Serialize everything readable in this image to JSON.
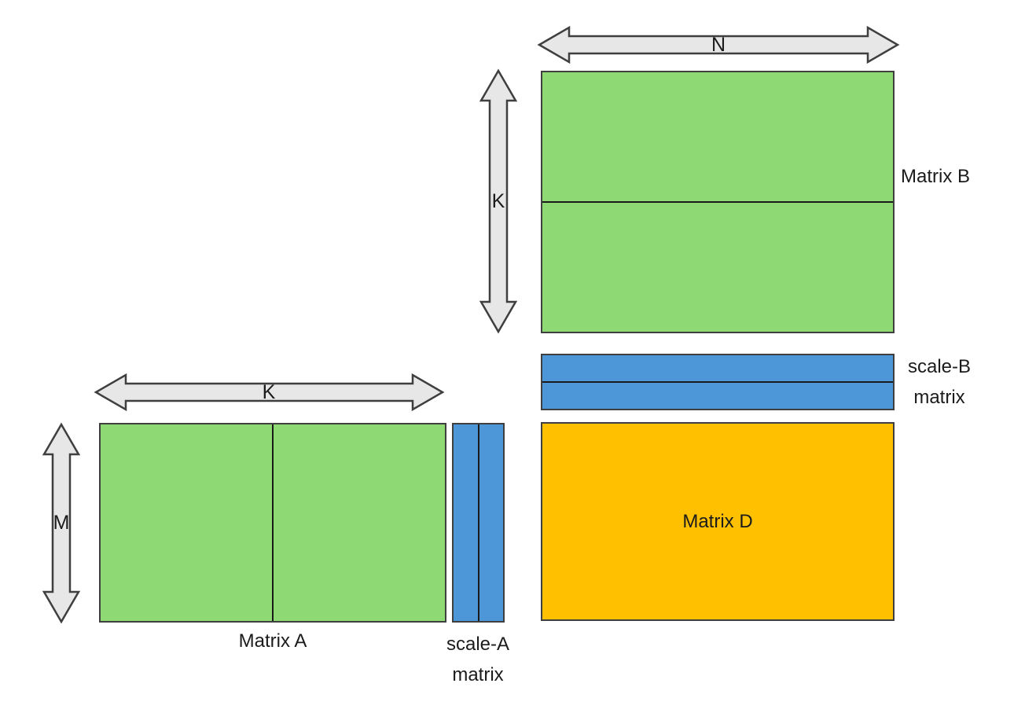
{
  "labels": {
    "matrix_a": "Matrix A",
    "matrix_b": "Matrix B",
    "matrix_d": "Matrix D",
    "scale_a": {
      "line1": "scale-A",
      "line2": "matrix"
    },
    "scale_b": {
      "line1": "scale-B",
      "line2": "matrix"
    }
  },
  "dimensions": {
    "n": "N",
    "k": "K",
    "m": "M"
  },
  "colors": {
    "green": "#8ED973",
    "blue": "#4D96D8",
    "orange": "#FFC000",
    "arrow_fill": "#E7E7E7",
    "outline": "#3F3F3F",
    "divider": "#1A1A1A",
    "text": "#1B1B1B",
    "background": "#FFFFFF"
  }
}
